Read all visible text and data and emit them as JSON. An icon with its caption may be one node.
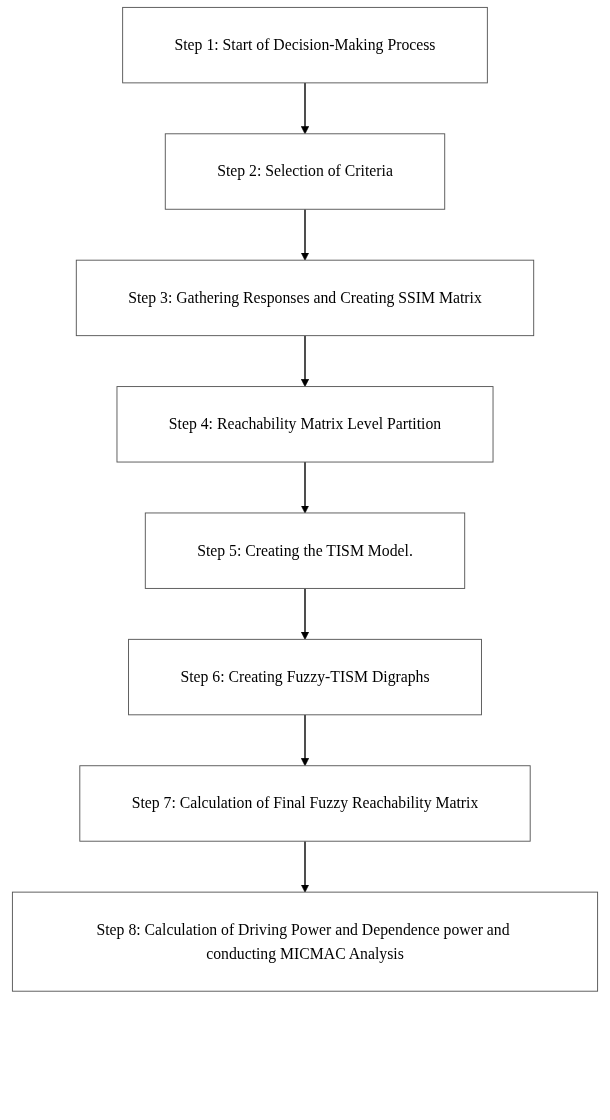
{
  "diagram": {
    "nodes": [
      {
        "text": [
          "Step 1: Start of Decision-Making Process"
        ]
      },
      {
        "text": [
          "Step 2: Selection of Criteria"
        ]
      },
      {
        "text": [
          "Step 3: Gathering Responses and Creating SSIM Matrix"
        ]
      },
      {
        "text": [
          "Step 4: Reachability Matrix Level Partition"
        ]
      },
      {
        "text": [
          "Step 5: Creating the TISM Model."
        ]
      },
      {
        "text": [
          "Step 6: Creating Fuzzy-TISM Digraphs"
        ]
      },
      {
        "text": [
          "Step 7: Calculation of Final Fuzzy Reachability Matrix"
        ]
      },
      {
        "text": [
          "Step 8: Calculation of Driving Power and Dependence power and conducting MICMAC Analysis"
        ]
      }
    ],
    "edges": [
      {
        "from": 0,
        "to": 1,
        "arrow": "to"
      },
      {
        "from": 1,
        "to": 2,
        "arrow": "to"
      },
      {
        "from": 2,
        "to": 3,
        "arrow": "to"
      },
      {
        "from": 3,
        "to": 4,
        "arrow": "to"
      },
      {
        "from": 4,
        "to": 5,
        "arrow": "to"
      },
      {
        "from": 5,
        "to": 6,
        "arrow": "to"
      },
      {
        "from": 6,
        "to": 7,
        "arrow": "to"
      }
    ]
  }
}
